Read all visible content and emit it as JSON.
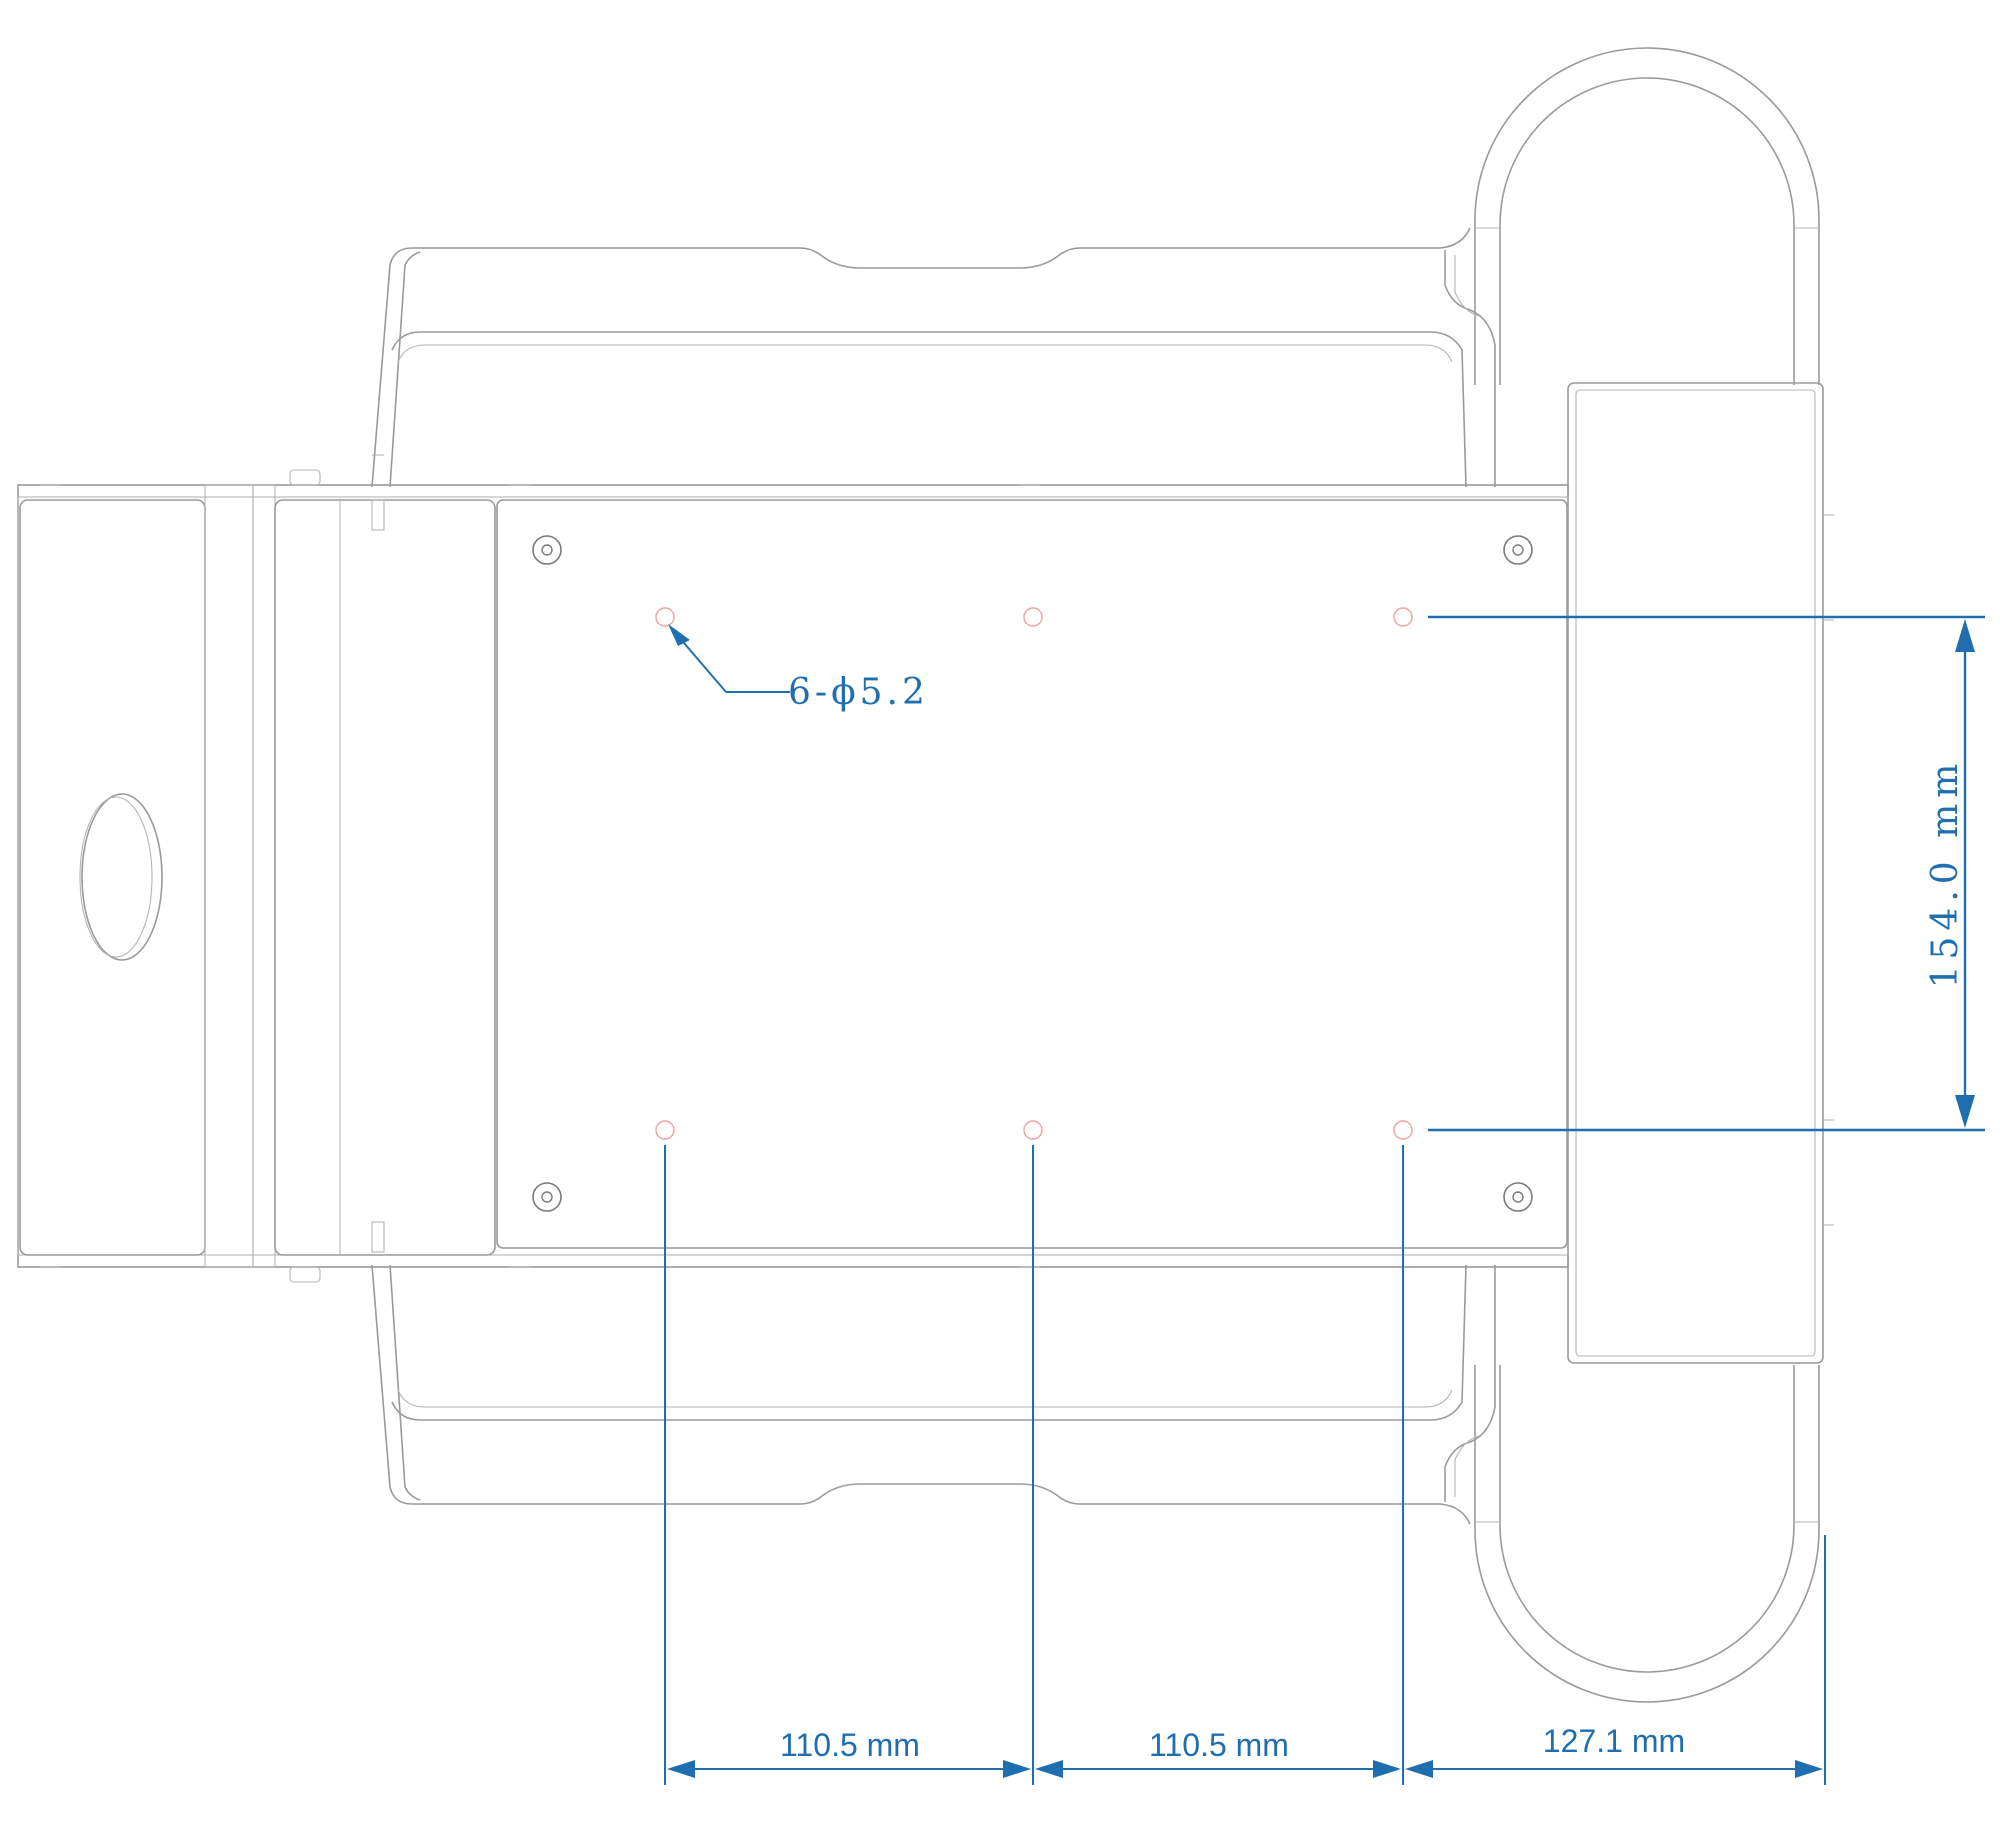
{
  "dimensions": {
    "hole_callout": "6-ϕ5.2",
    "vertical_spacing": "154.0 mm",
    "horizontal_spacing_1": "110.5 mm",
    "horizontal_spacing_2": "110.5 mm",
    "horizontal_edge": "127.1 mm"
  },
  "colors": {
    "dimension": "#1f6fb0",
    "outline": "#9a9a9a",
    "mount_hole": "#f0a0a0"
  }
}
